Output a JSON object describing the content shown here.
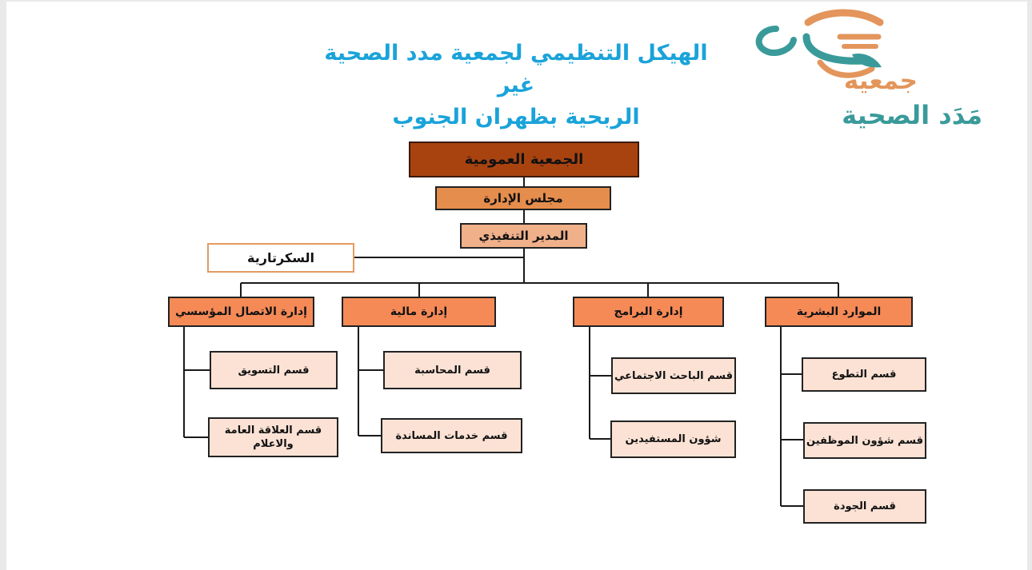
{
  "title": {
    "line1": "الهيكل التنظيمي لجمعية مدد الصحية غير",
    "line2": "الربحية بظهران الجنوب"
  },
  "logo": {
    "line1": "جمعية",
    "line2": "مَدَد الصحية",
    "colors": {
      "orange": "#e3955b",
      "teal": "#3a9a9a"
    }
  },
  "org": {
    "general_assembly": "الجمعية العمومية",
    "board": "مجلس الإدارة",
    "executive_director": "المدير التنفيذي",
    "secretariat": "السكرتارية",
    "departments": {
      "hr": {
        "label": "الموارد البشرية",
        "units": [
          "قسم التطوع",
          "قسم شؤون الموظفين",
          "قسم الجودة"
        ]
      },
      "programs": {
        "label": "إدارة البرامج",
        "units": [
          "قسم الباحث الاجتماعي",
          "شؤون المستفيدين"
        ]
      },
      "finance": {
        "label": "إدارة مالية",
        "units": [
          "قسم المحاسبة",
          "قسم خدمات المساندة"
        ]
      },
      "communication": {
        "label": "إدارة الاتصال المؤسسي",
        "units": [
          "قسم التسويق",
          "قسم العلاقة العامة والاعلام"
        ]
      }
    }
  },
  "colors": {
    "title": "#1aa3d9",
    "general_assembly": "#a84310",
    "board": "#e58d4c",
    "executive": "#efb08a",
    "department": "#f58a57",
    "unit": "#fbe2d5"
  }
}
